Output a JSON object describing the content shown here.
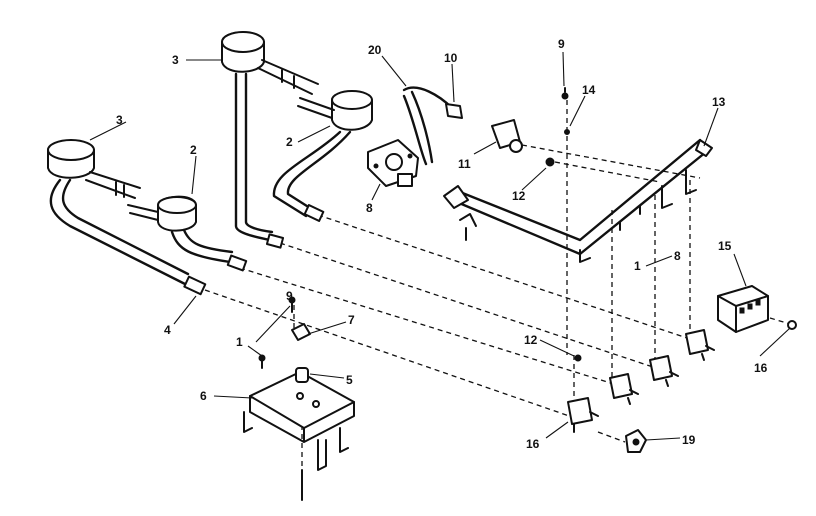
{
  "callouts": {
    "c3a": "3",
    "c3b": "3",
    "c2a": "2",
    "c2b": "2",
    "c20": "20",
    "c10": "10",
    "c9a": "9",
    "c14": "14",
    "c13": "13",
    "c11": "11",
    "c12a": "12",
    "c8": "8",
    "c1a": "1",
    "c8b": "8",
    "c15": "15",
    "c4": "4",
    "c9b": "9",
    "c7": "7",
    "c1b": "1",
    "c5": "5",
    "c6": "6",
    "c12b": "12",
    "c16a": "16",
    "c16b": "16",
    "c19": "19"
  }
}
